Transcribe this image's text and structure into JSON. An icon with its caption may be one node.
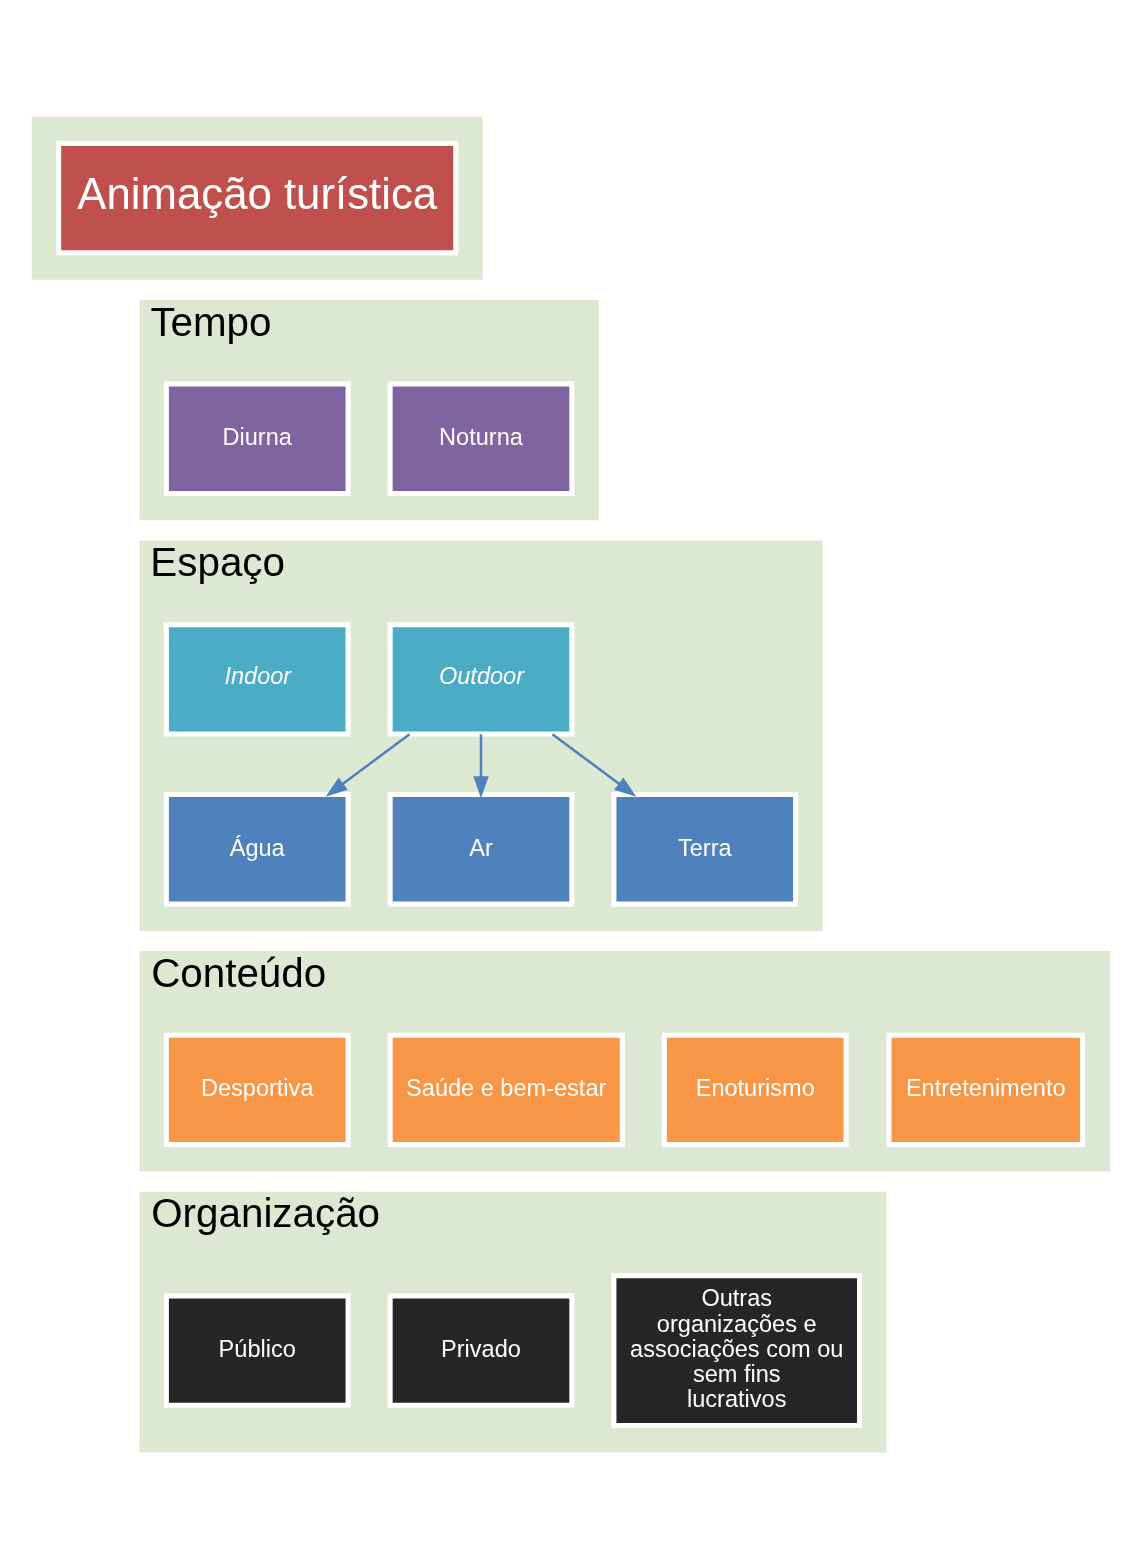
{
  "diagram": {
    "nodes": [
      {
        "text": [],
        "shape": "band"
      },
      {
        "text": [
          "Animação turística"
        ],
        "in": 0
      },
      {
        "text": [
          "Tempo"
        ]
      },
      {
        "text": [
          "Diurna"
        ],
        "in": 2
      },
      {
        "text": [
          "Noturna"
        ],
        "in": 2
      },
      {
        "text": [
          "Espaço"
        ]
      },
      {
        "text": [
          "Indoor"
        ],
        "in": 5
      },
      {
        "text": [
          "Outdoor"
        ],
        "in": 5
      },
      {
        "text": [
          "Água"
        ],
        "in": 5
      },
      {
        "text": [
          "Ar"
        ],
        "in": 5
      },
      {
        "text": [
          "Terra"
        ],
        "in": 5
      },
      {
        "text": [
          "Conteúdo"
        ]
      },
      {
        "text": [
          "Desportiva"
        ],
        "in": 11
      },
      {
        "text": [
          "Saúde e bem-estar"
        ],
        "in": 11
      },
      {
        "text": [
          "Enoturismo"
        ],
        "in": 11
      },
      {
        "text": [
          "Entretenimento"
        ],
        "in": 11
      },
      {
        "text": [
          "Organização"
        ]
      },
      {
        "text": [
          "Público"
        ],
        "in": 16
      },
      {
        "text": [
          "Privado"
        ],
        "in": 16
      },
      {
        "text": [
          "Outras organizações e associações com ou sem fins lucrativos"
        ],
        "in": 16
      }
    ],
    "edges": [
      {
        "from": 7,
        "to": 8,
        "arrow": "to"
      },
      {
        "from": 7,
        "to": 9,
        "arrow": "to"
      },
      {
        "from": 7,
        "to": 10,
        "arrow": "to"
      }
    ]
  }
}
